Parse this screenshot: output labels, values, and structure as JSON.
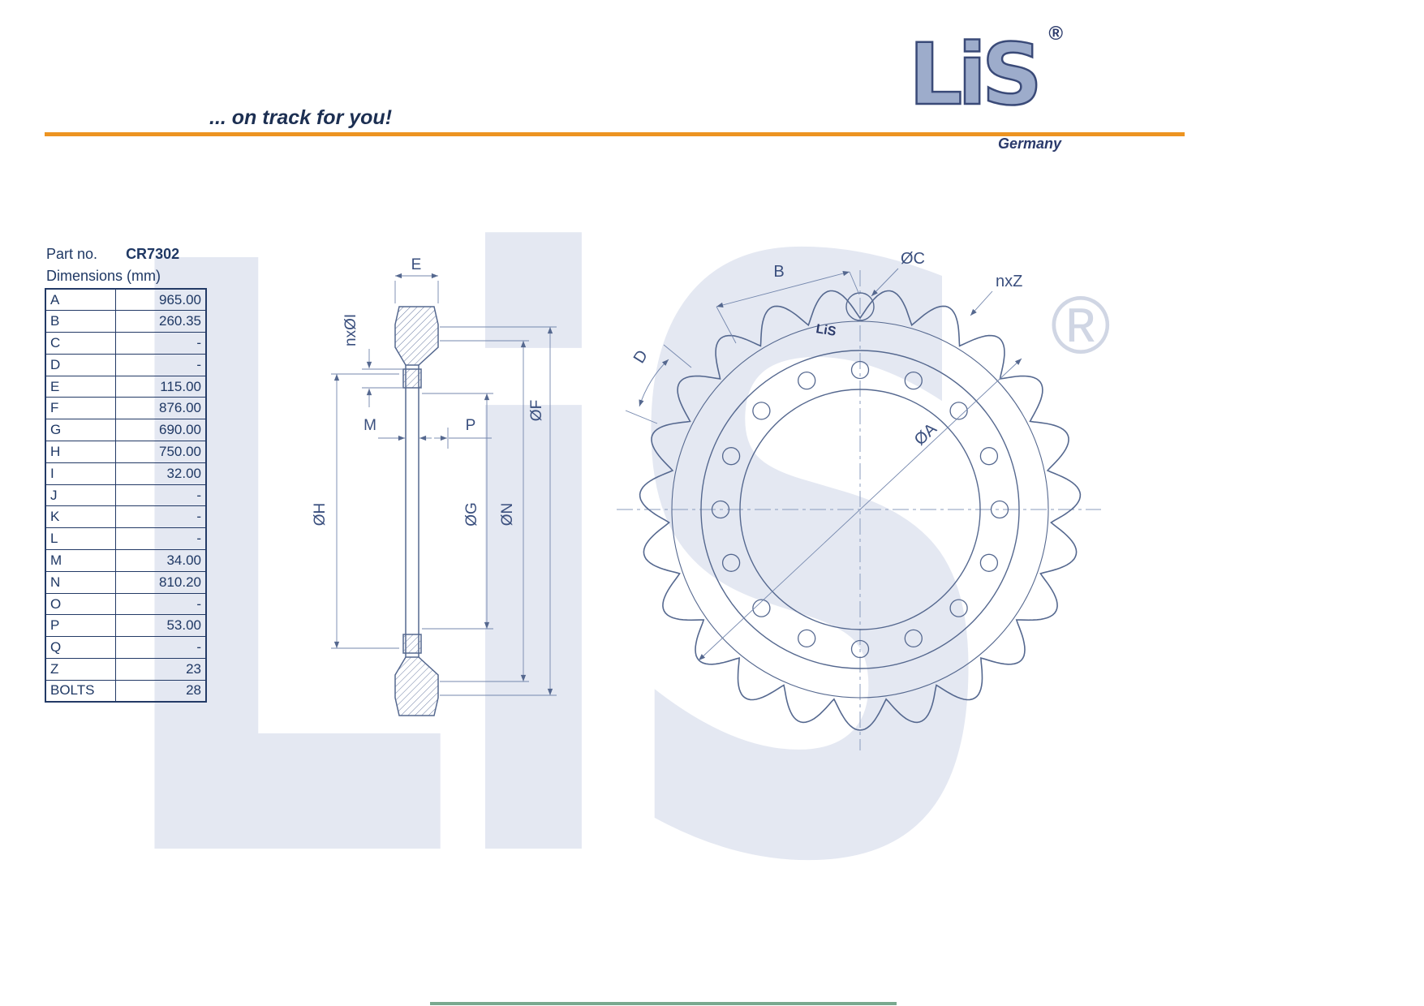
{
  "header": {
    "tagline": "... on track for you!",
    "logo": {
      "text": "LiS",
      "registered": "®",
      "country": "Germany"
    },
    "accent_color": "#ED9421"
  },
  "part_info": {
    "part_label": "Part no.",
    "part_number": "CR7302",
    "dimensions_label": "Dimensions (mm)"
  },
  "table": {
    "rows": [
      {
        "key": "A",
        "value": "965.00"
      },
      {
        "key": "B",
        "value": "260.35"
      },
      {
        "key": "C",
        "value": "-"
      },
      {
        "key": "D",
        "value": "-"
      },
      {
        "key": "E",
        "value": "115.00"
      },
      {
        "key": "F",
        "value": "876.00"
      },
      {
        "key": "G",
        "value": "690.00"
      },
      {
        "key": "H",
        "value": "750.00"
      },
      {
        "key": "I",
        "value": "32.00"
      },
      {
        "key": "J",
        "value": "-"
      },
      {
        "key": "K",
        "value": "-"
      },
      {
        "key": "L",
        "value": "-"
      },
      {
        "key": "M",
        "value": "34.00"
      },
      {
        "key": "N",
        "value": "810.20"
      },
      {
        "key": "O",
        "value": "-"
      },
      {
        "key": "P",
        "value": "53.00"
      },
      {
        "key": "Q",
        "value": "-"
      },
      {
        "key": "Z",
        "value": "23"
      },
      {
        "key": "BOLTS",
        "value": "28"
      }
    ]
  },
  "section_view": {
    "labels": {
      "E": "E",
      "nxI": "nxØI",
      "M": "M",
      "P": "P",
      "H": "ØH",
      "G": "ØG",
      "N": "ØN",
      "F": "ØF"
    }
  },
  "front_view": {
    "labels": {
      "B": "B",
      "C": "ØC",
      "nxZ": "nxZ",
      "D": "D",
      "A": "ØA"
    },
    "logo_small": "LiS",
    "registered": "®",
    "geometry": {
      "teeth_count": 23,
      "bolt_holes_shown": 16
    }
  },
  "watermark": {
    "text": "LiS"
  },
  "drawing_colors": {
    "line": "#55688f",
    "dim": "#7487ad",
    "text": "#3a4f7e"
  }
}
